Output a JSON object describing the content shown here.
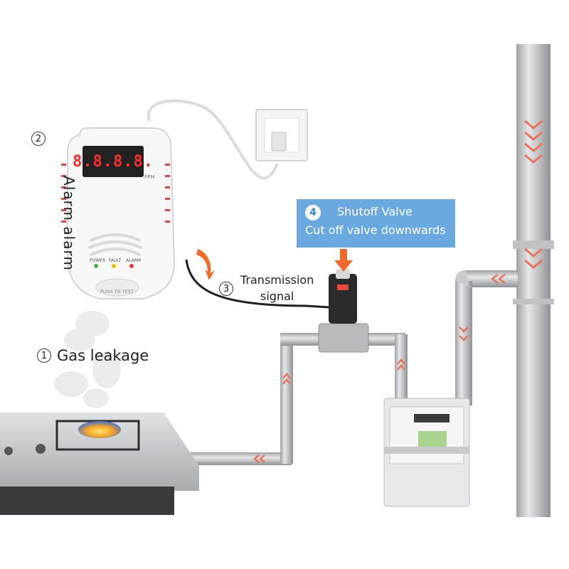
{
  "detector": {
    "display_value": "8.8.8.8.",
    "unit": "PPM",
    "led_labels": [
      "POWER",
      "FAULT",
      "ALARM"
    ],
    "button_label": "PUSH TO TEST"
  },
  "steps": {
    "alarm": {
      "number": "2",
      "text": "Alarm alarm"
    },
    "leak": {
      "number": "1",
      "text": "Gas leakage"
    },
    "transmission": {
      "number": "3",
      "line1": "Transmission",
      "line2": "signal"
    },
    "valve": {
      "number": "4",
      "title": "Shutoff Valve",
      "subtitle": "Cut off valve downwards"
    }
  },
  "colors": {
    "accent_box": "#6aa8e0",
    "arrow": "#f06a2a",
    "pipe": "#c9cbcd",
    "display_red": "#ff2a2a"
  }
}
